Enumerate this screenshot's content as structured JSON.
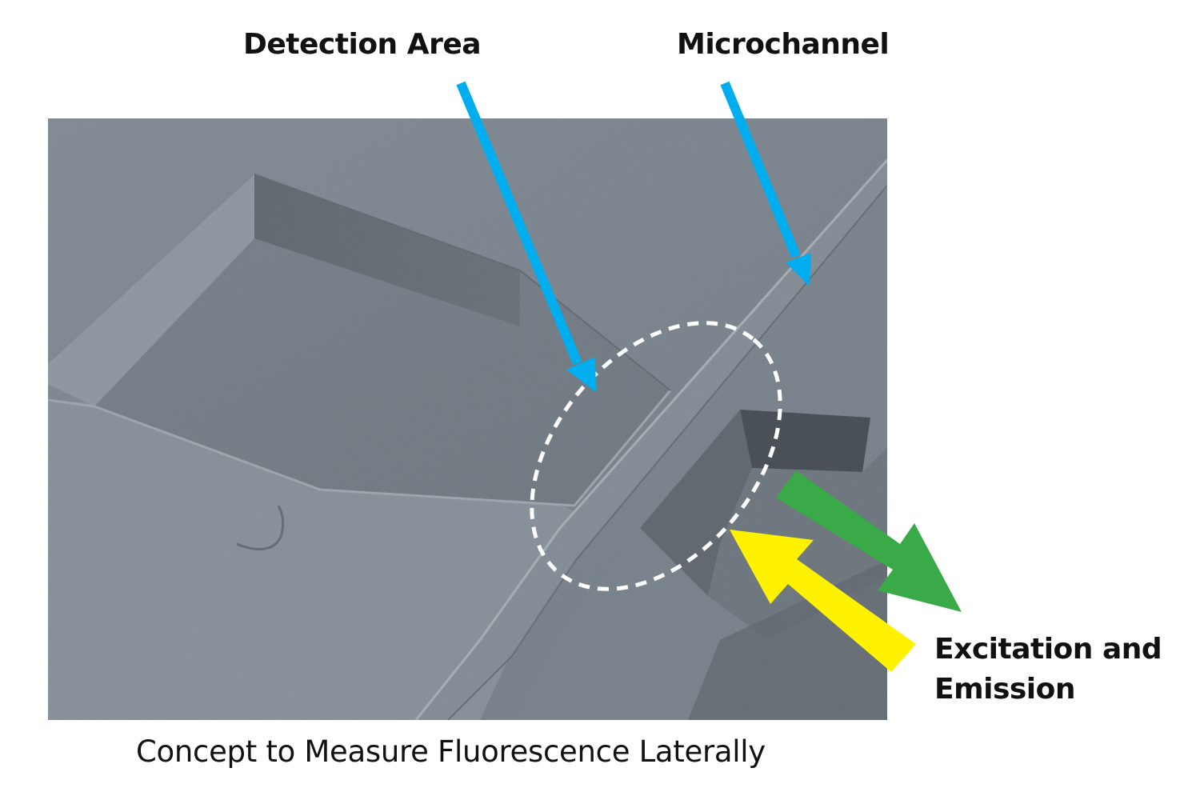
{
  "labels": {
    "detection_area": "Detection Area",
    "microchannel": "Microchannel",
    "excitation_line1": "Excitation and",
    "excitation_line2": "Emission"
  },
  "caption": "Concept to Measure Fluorescence Laterally",
  "colors": {
    "pointer_arrow": "#00aeef",
    "excitation_arrow": "#fff200",
    "emission_arrow": "#3aaa48",
    "photo_base": "#79838c",
    "photo_dark": "#4b5259",
    "outline": "#ffffff"
  },
  "icons": {
    "pointer_arrows": "arrow-down-right",
    "excitation_arrow": "arrow-up-left",
    "emission_arrow": "arrow-down-right"
  }
}
